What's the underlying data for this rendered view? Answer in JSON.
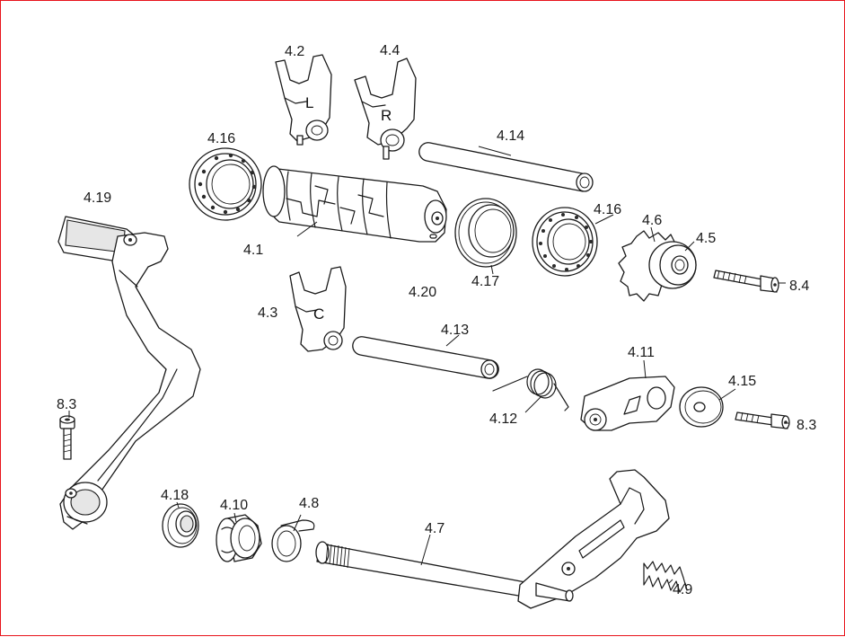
{
  "colors": {
    "border": "#e8141b",
    "line": "#1a1a1a",
    "background": "#ffffff"
  },
  "labels": {
    "l4_1": "4.1",
    "l4_2": "4.2",
    "l4_3": "4.3",
    "l4_4": "4.4",
    "l4_5": "4.5",
    "l4_6": "4.6",
    "l4_7": "4.7",
    "l4_8": "4.8",
    "l4_9": "4.9",
    "l4_10": "4.10",
    "l4_11": "4.11",
    "l4_12": "4.12",
    "l4_13": "4.13",
    "l4_14": "4.14",
    "l4_15": "4.15",
    "l4_16a": "4.16",
    "l4_16b": "4.16",
    "l4_17": "4.17",
    "l4_18": "4.18",
    "l4_19": "4.19",
    "l4_20": "4.20",
    "l8_3a": "8.3",
    "l8_3b": "8.3",
    "l8_4": "8.4"
  },
  "fork_letters": {
    "left": "L",
    "right": "R",
    "center": "C"
  }
}
